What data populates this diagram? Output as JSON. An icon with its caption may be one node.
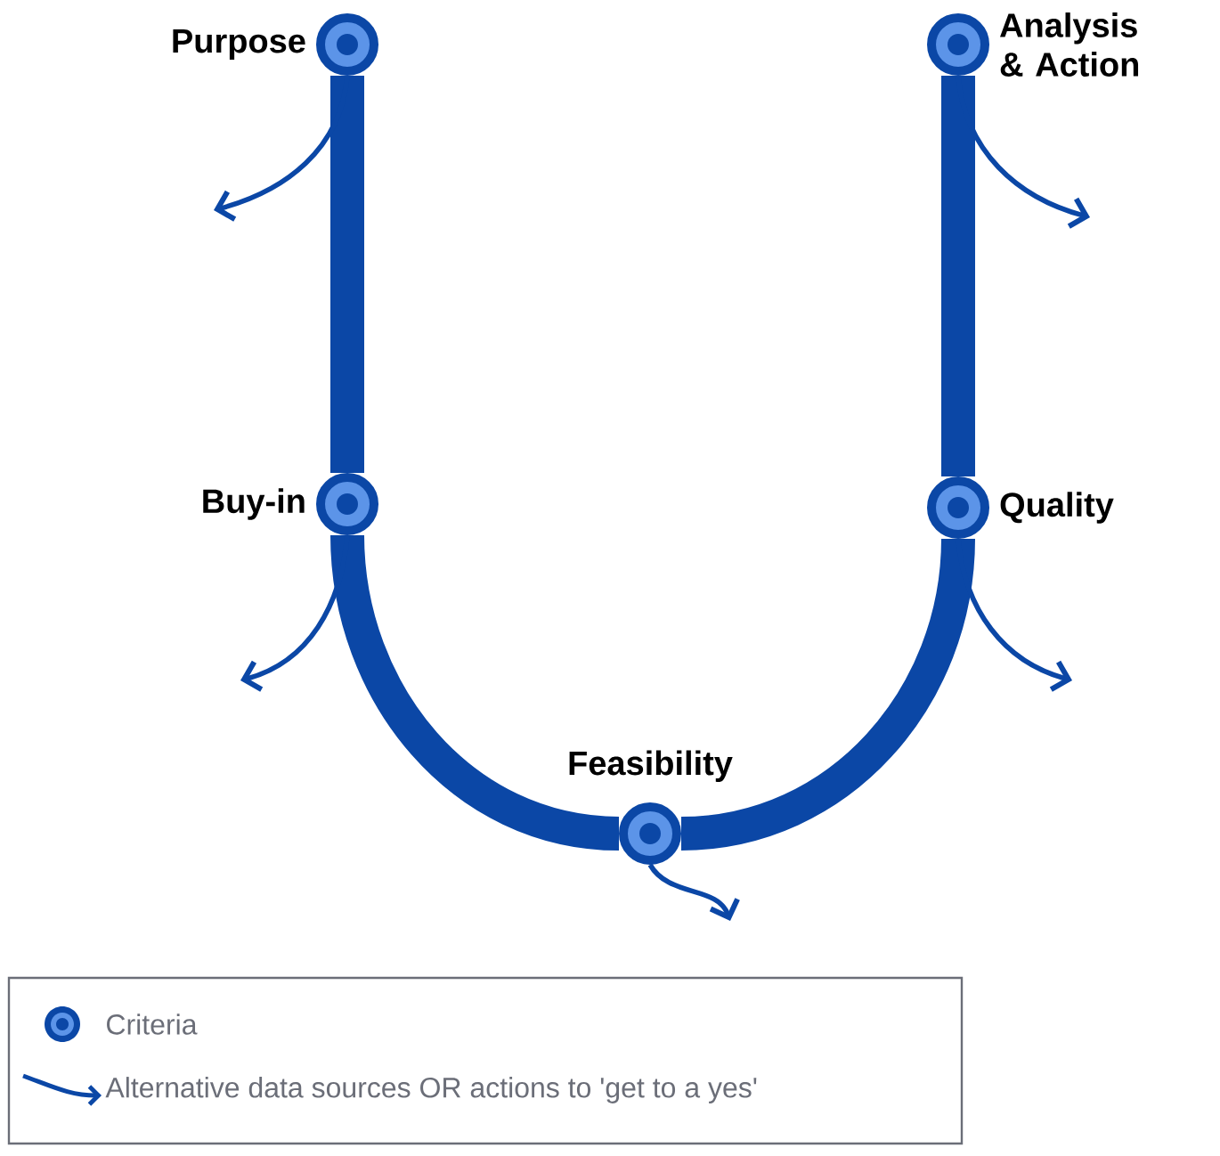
{
  "diagram": {
    "nodes": [
      {
        "text": [
          "Purpose"
        ]
      },
      {
        "text": [
          "Buy-in"
        ]
      },
      {
        "text": [
          "Feasibility"
        ]
      },
      {
        "text": [
          "Quality"
        ]
      },
      {
        "text": [
          "Analysis & Action"
        ]
      }
    ],
    "edges": [
      {
        "from": 0,
        "to": 1,
        "arrow": "none",
        "style": "thick"
      },
      {
        "from": 1,
        "to": 2,
        "arrow": "none",
        "style": "thick"
      },
      {
        "from": 2,
        "to": 3,
        "arrow": "none",
        "style": "thick"
      },
      {
        "from": 3,
        "to": 4,
        "arrow": "none",
        "style": "thick"
      },
      {
        "from": 0,
        "to": null,
        "arrow": "to"
      },
      {
        "from": 1,
        "to": null,
        "arrow": "to"
      },
      {
        "from": 2,
        "to": null,
        "arrow": "to"
      },
      {
        "from": 3,
        "to": null,
        "arrow": "to"
      },
      {
        "from": 4,
        "to": null,
        "arrow": "to"
      }
    ],
    "legend": [
      {
        "text": "Criteria"
      },
      {
        "text": "Alternative data sources OR actions to 'get to a yes'"
      }
    ]
  }
}
